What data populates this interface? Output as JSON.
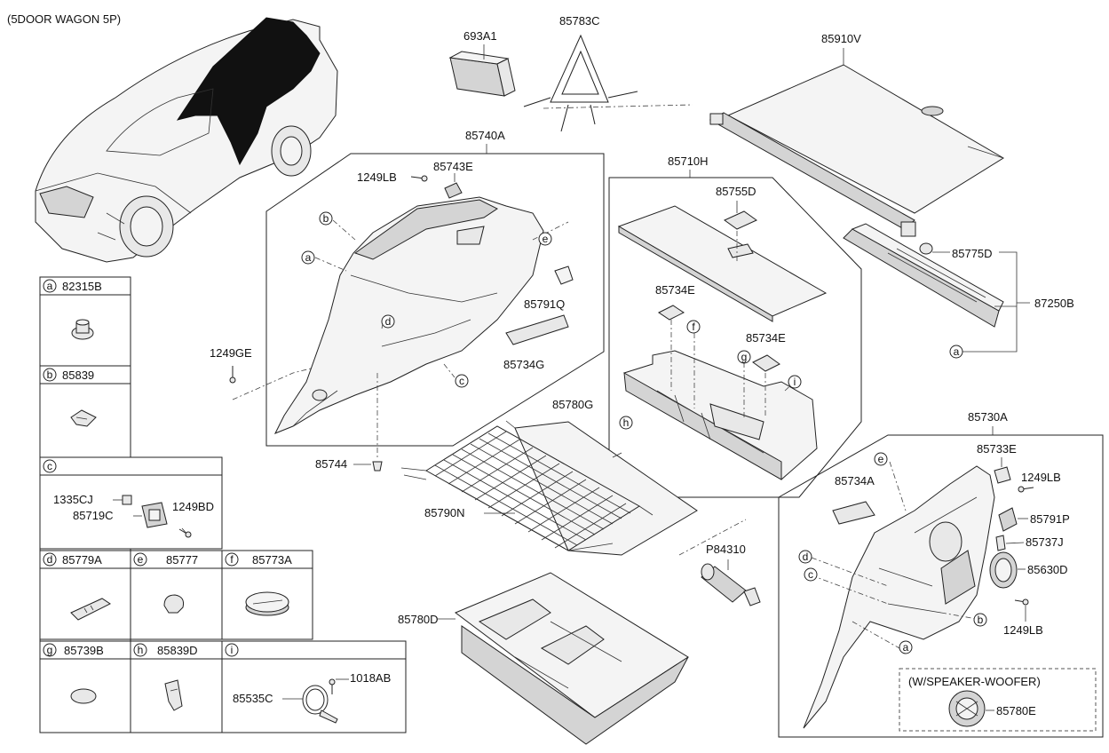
{
  "title": "(5DOOR WAGON 5P)",
  "labels": {
    "p693A1": "693A1",
    "p85783C": "85783C",
    "p85910V": "85910V",
    "p85740A": "85740A",
    "p1249LB_top": "1249LB",
    "p85743E": "85743E",
    "p85791Q": "85791Q",
    "p85734G": "85734G",
    "p1249GE": "1249GE",
    "p85744": "85744",
    "p85710H": "85710H",
    "p85755D": "85755D",
    "p85734E_1": "85734E",
    "p85734E_2": "85734E",
    "p85775D": "85775D",
    "p87250B": "87250B",
    "p85780G": "85780G",
    "p85790N": "85790N",
    "p85780D": "85780D",
    "pP84310": "P84310",
    "p85730A": "85730A",
    "p85733E": "85733E",
    "p1249LB_r1": "1249LB",
    "p85734A": "85734A",
    "p85791P": "85791P",
    "p85737J": "85737J",
    "p85630D": "85630D",
    "p1249LB_r2": "1249LB",
    "woofer_caption": "(W/SPEAKER-WOOFER)",
    "p85780E": "85780E"
  },
  "callouts": {
    "a": "a",
    "b": "b",
    "c": "c",
    "d": "d",
    "e": "e",
    "f": "f",
    "g": "g",
    "h": "h",
    "i": "i"
  },
  "legend": {
    "a": {
      "letter": "a",
      "part": "82315B"
    },
    "b": {
      "letter": "b",
      "part": "85839"
    },
    "c": {
      "letter": "c",
      "part": "",
      "sub1": "1335CJ",
      "sub2": "85719C",
      "sub3": "1249BD"
    },
    "d": {
      "letter": "d",
      "part": "85779A"
    },
    "e": {
      "letter": "e",
      "part": "85777"
    },
    "f": {
      "letter": "f",
      "part": "85773A"
    },
    "g": {
      "letter": "g",
      "part": "85739B"
    },
    "h": {
      "letter": "h",
      "part": "85839D"
    },
    "i": {
      "letter": "i",
      "part": "",
      "sub1": "85535C",
      "sub2": "1018AB"
    }
  }
}
